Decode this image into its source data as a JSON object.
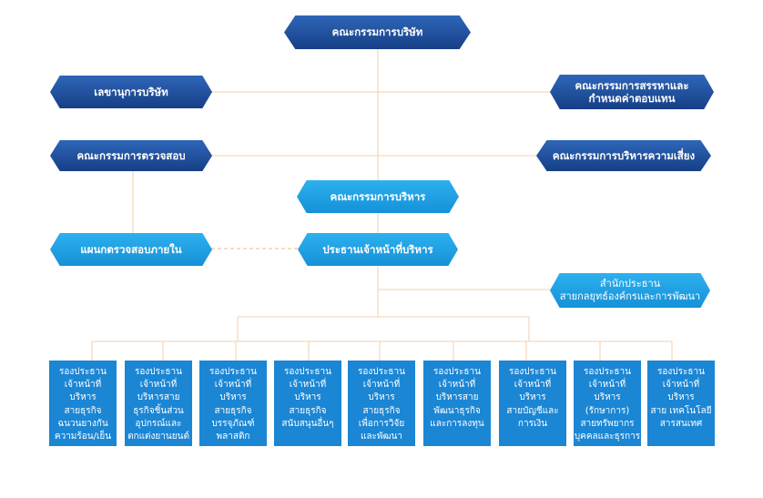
{
  "top": {
    "board": "คณะกรรมการบริษัท",
    "secretary": "เลขานุการบริษัท",
    "nomination_1": "คณะกรรมการสรรหาและ",
    "nomination_2": "กำหนดค่าตอบแทน",
    "audit_committee": "คณะกรรมการตรวจสอบ",
    "risk_committee": "คณะกรรมการบริหารความเสี่ยง",
    "executive_committee": "คณะกรรมการบริหาร",
    "internal_audit": "แผนกตรวจสอบภายใน",
    "ceo": "ประธานเจ้าหน้าที่บริหาร",
    "strategy_office_1": "สำนักประธาน",
    "strategy_office_2": "สายกลยุทธ์องค์กรและการพัฒนา"
  },
  "departments": [
    {
      "lines": [
        "รองประธาน",
        "เจ้าหน้าที่",
        "บริหาร",
        "สายธุรกิจ",
        "ฉนวนยางกัน",
        "ความร้อน/เย็น"
      ]
    },
    {
      "lines": [
        "รองประธาน",
        "เจ้าหน้าที่",
        "บริหารสาย",
        "ธุรกิจชิ้นส่วน",
        "อุปกรณ์และ",
        "ตกแต่งยานยนต์"
      ]
    },
    {
      "lines": [
        "รองประธาน",
        "เจ้าหน้าที่",
        "บริหาร",
        "สายธุรกิจ",
        "บรรจุภัณฑ์",
        "พลาสติก"
      ]
    },
    {
      "lines": [
        "รองประธาน",
        "เจ้าหน้าที่",
        "บริหาร",
        "สายธุรกิจ",
        "สนับสนุนอื่นๆ"
      ]
    },
    {
      "lines": [
        "รองประธาน",
        "เจ้าหน้าที่",
        "บริหาร",
        "สายธุรกิจ",
        "เพื่อการวิจัย",
        "และพัฒนา"
      ]
    },
    {
      "lines": [
        "รองประธาน",
        "เจ้าหน้าที่",
        "บริหารสาย",
        "พัฒนาธุรกิจ",
        "และการลงทุน"
      ]
    },
    {
      "lines": [
        "รองประธาน",
        "เจ้าหน้าที่",
        "บริหาร",
        "สายบัญชีและ",
        "การเงิน"
      ]
    },
    {
      "lines": [
        "รองประธาน",
        "เจ้าหน้าที่",
        "บริหาร",
        "(รักษาการ)",
        "สายทรัพยากร",
        "บุคคลและธุรการ"
      ]
    },
    {
      "lines": [
        "รองประธาน",
        "เจ้าหน้าที่",
        "บริหาร",
        "สาย เทคโนโลยี",
        "สารสนเทศ"
      ]
    }
  ]
}
